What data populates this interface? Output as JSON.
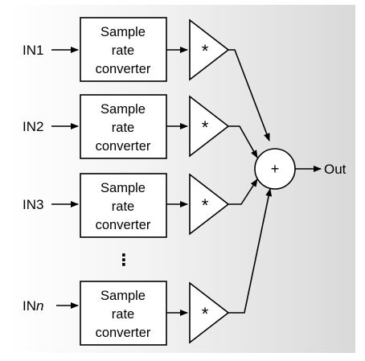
{
  "inputs": [
    {
      "label": "IN1",
      "italic": ""
    },
    {
      "label": "IN2",
      "italic": ""
    },
    {
      "label": "IN3",
      "italic": ""
    },
    {
      "label": "IN",
      "italic": "n"
    }
  ],
  "converter": {
    "line1": "Sample",
    "line2": "rate",
    "line3": "converter"
  },
  "gain_symbol": "*",
  "summer_symbol": "+",
  "ellipsis": "⋮",
  "output_label": "Out",
  "colors": {
    "stroke": "#000000",
    "box_fill": "#ffffff",
    "background_light": "#ffffff",
    "background_dark": "#d9d9d9"
  }
}
